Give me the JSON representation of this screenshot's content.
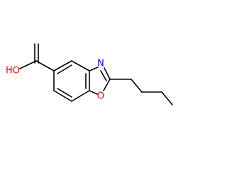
{
  "molecule": {
    "atoms": {
      "hydroxyl": {
        "text": "HO",
        "color": "#ff0000"
      },
      "oxygen_ring": {
        "text": "O",
        "color": "#ff0000"
      },
      "nitrogen": {
        "text": "N",
        "color": "#0000ff"
      }
    },
    "bond_color": "#000000"
  }
}
